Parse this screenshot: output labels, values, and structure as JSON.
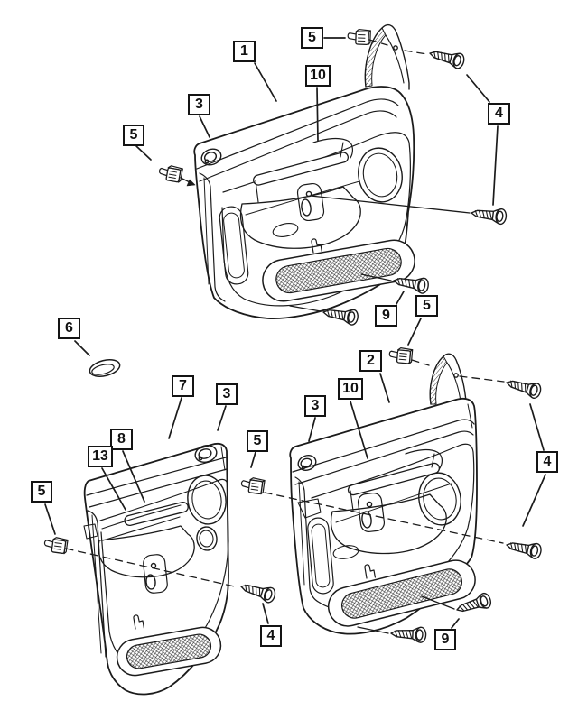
{
  "diagram": {
    "background_color": "#ffffff",
    "line_color": "#1b1b1b",
    "callout_border_color": "#141414",
    "callout_text_color": "#111111",
    "callouts": [
      {
        "label": "1"
      },
      {
        "label": "3"
      },
      {
        "label": "5"
      },
      {
        "label": "5"
      },
      {
        "label": "10"
      },
      {
        "label": "4"
      },
      {
        "label": "9"
      },
      {
        "label": "5"
      },
      {
        "label": "6"
      },
      {
        "label": "7"
      },
      {
        "label": "3"
      },
      {
        "label": "8"
      },
      {
        "label": "13"
      },
      {
        "label": "5"
      },
      {
        "label": "5"
      },
      {
        "label": "4"
      },
      {
        "label": "2"
      },
      {
        "label": "10"
      },
      {
        "label": "3"
      },
      {
        "label": "4"
      },
      {
        "label": "9"
      }
    ]
  }
}
